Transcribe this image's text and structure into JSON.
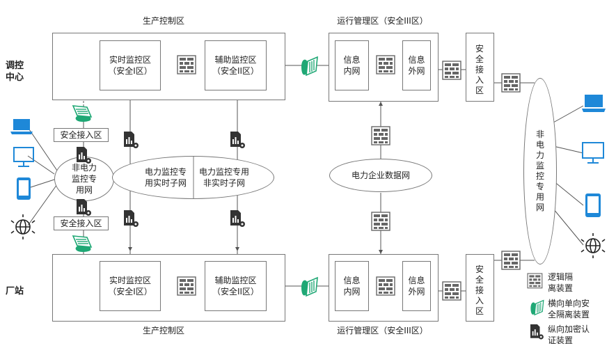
{
  "side_labels": {
    "dispatch": "调控\n中心",
    "plant": "厂站"
  },
  "top": {
    "prod_title": "生产控制区",
    "realtime": "实时监控区\n（安全I区）",
    "aux": "辅助监控区\n（安全II区）",
    "ops_title": "运行管理区（安全III区）",
    "info_in": "信息\n内网",
    "info_out": "信息\n外网",
    "access": "安全接入区"
  },
  "bottom": {
    "prod_title": "生产控制区",
    "realtime": "实时监控区\n（安全I区）",
    "aux": "辅助监控区\n（安全II区）",
    "ops_title": "运行管理区（安全III区）",
    "info_in": "信息\n内网",
    "info_out": "信息\n外网",
    "access": "安全接入区"
  },
  "middle": {
    "left_access_top": "安全接入区",
    "left_access_bottom": "安全接入区",
    "non_power_left": "非电力\n监控专\n用网",
    "rt_net": "电力监控专\n用实时子网",
    "nonrt_net": "电力监控专用\n非实时子网",
    "enterprise_net": "电力企业数据网",
    "non_power_right": "非电力监控专用网"
  },
  "legend": {
    "firewall": "逻辑隔\n离装置",
    "oneway": "横向单向安\n全隔离装置",
    "crypto": "纵向加密认\n证装置"
  },
  "colors": {
    "line": "#555555",
    "isolator": "#1fa875",
    "firewall": "#666666",
    "device_blue": "#1e88d8"
  }
}
